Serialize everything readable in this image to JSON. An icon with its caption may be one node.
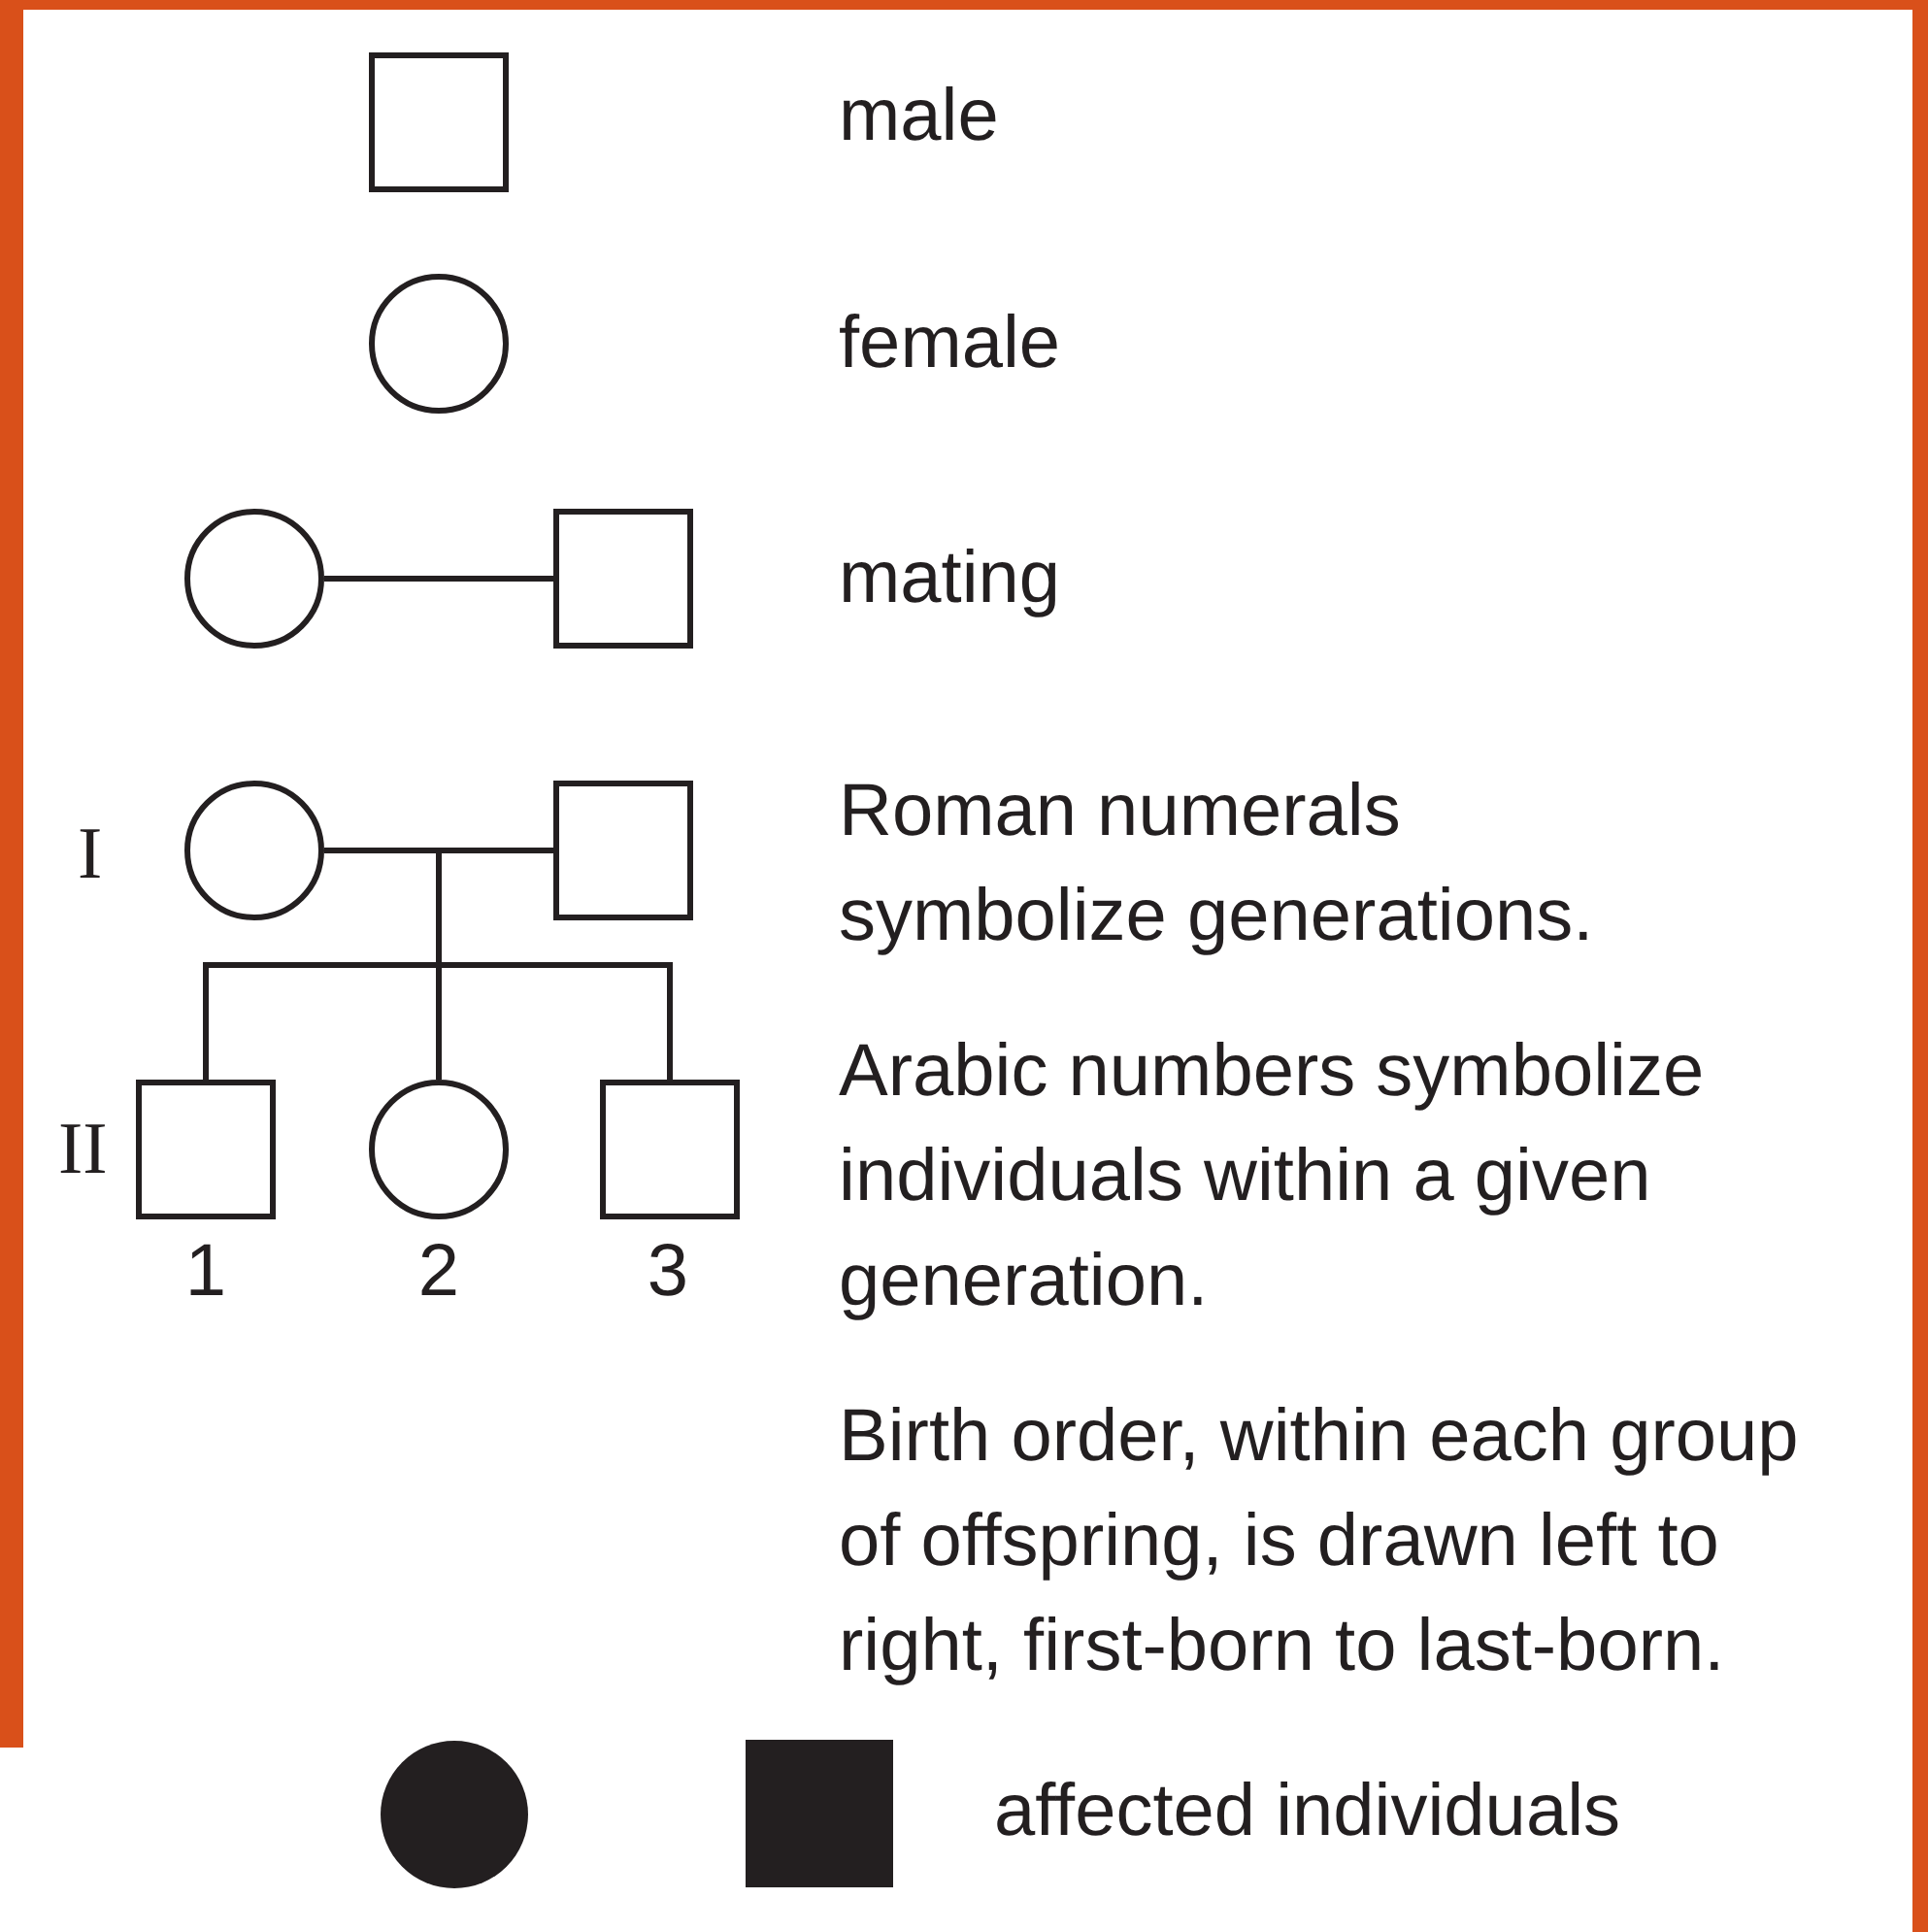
{
  "diagram": {
    "nodes": [
      {
        "text": [],
        "shape": "box"
      },
      {
        "text": [],
        "shape": "circle"
      },
      {
        "text": [],
        "shape": "circle"
      },
      {
        "text": [],
        "shape": "box"
      },
      {
        "text": [],
        "shape": "circle"
      },
      {
        "text": [],
        "shape": "box"
      },
      {
        "text": [],
        "shape": "box",
        "beside": [
          "1"
        ]
      },
      {
        "text": [],
        "shape": "circle",
        "beside": [
          "2"
        ]
      },
      {
        "text": [],
        "shape": "box",
        "beside": [
          "3"
        ]
      }
    ],
    "edges": [
      {
        "from": 2,
        "to": 3,
        "arrow": "none"
      },
      {
        "from": 4,
        "to": 5,
        "arrow": "none"
      },
      {
        "from": 4,
        "to": 6,
        "arrow": "none"
      },
      {
        "from": 4,
        "to": 7,
        "arrow": "none"
      },
      {
        "from": 4,
        "to": 8,
        "arrow": "none"
      },
      {
        "from": 5,
        "to": 6,
        "arrow": "none"
      },
      {
        "from": 5,
        "to": 7,
        "arrow": "none"
      },
      {
        "from": 5,
        "to": 8,
        "arrow": "none"
      }
    ],
    "labels": [
      "male",
      "female",
      "mating",
      "I",
      "Roman numerals symbolize generations.",
      "II",
      "Arabic numbers symbolize individuals within a given generation.",
      "Birth order, within each group of offspring, is drawn left to right, first-born to last-born."
    ],
    "legend": [
      {
        "text": "affected individuals"
      }
    ]
  }
}
